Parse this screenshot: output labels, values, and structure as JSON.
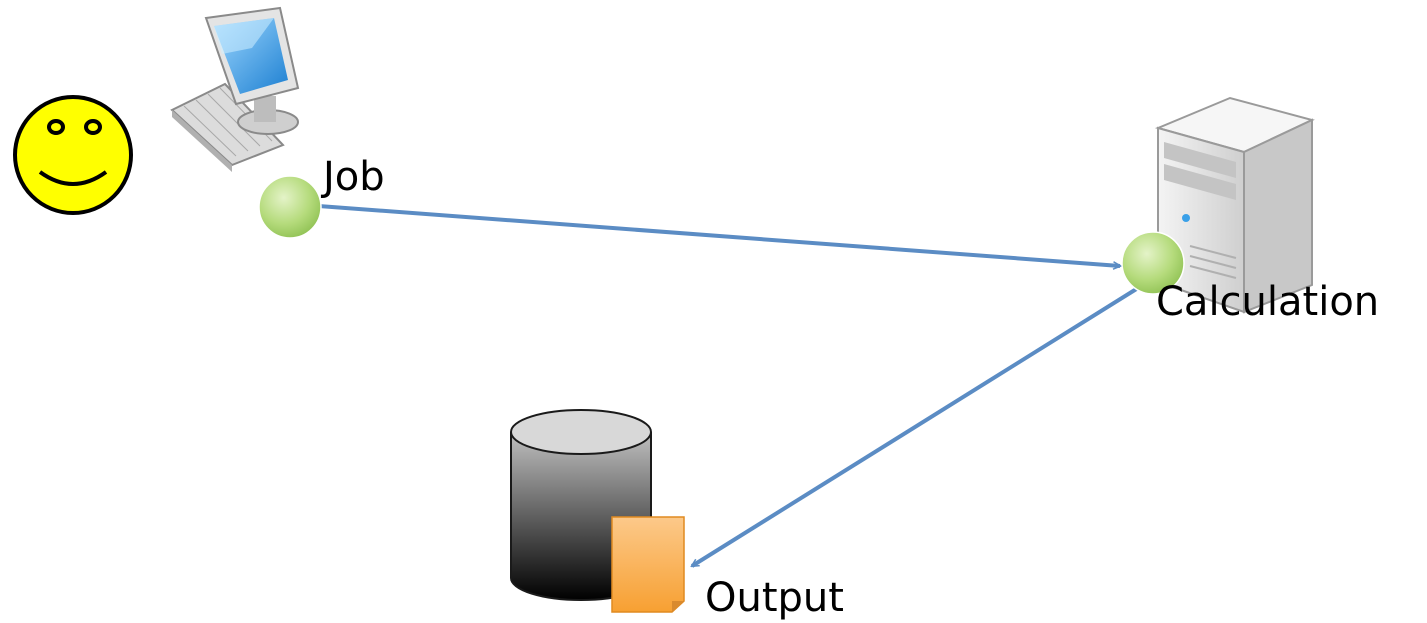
{
  "labels": {
    "job": "Job",
    "calculation": "Calculation",
    "output": "Output"
  },
  "icons": {
    "user": "smiley-face-icon",
    "workstation": "desktop-computer-icon",
    "server": "server-tower-icon",
    "storage": "database-cylinder-icon",
    "file": "document-icon"
  },
  "colors": {
    "arrow": "#5b8cc4",
    "node": "#a8d46a",
    "smiley": "#ffff00",
    "document": "#f9a94b",
    "monitor_screen": "#3aa0e8"
  }
}
